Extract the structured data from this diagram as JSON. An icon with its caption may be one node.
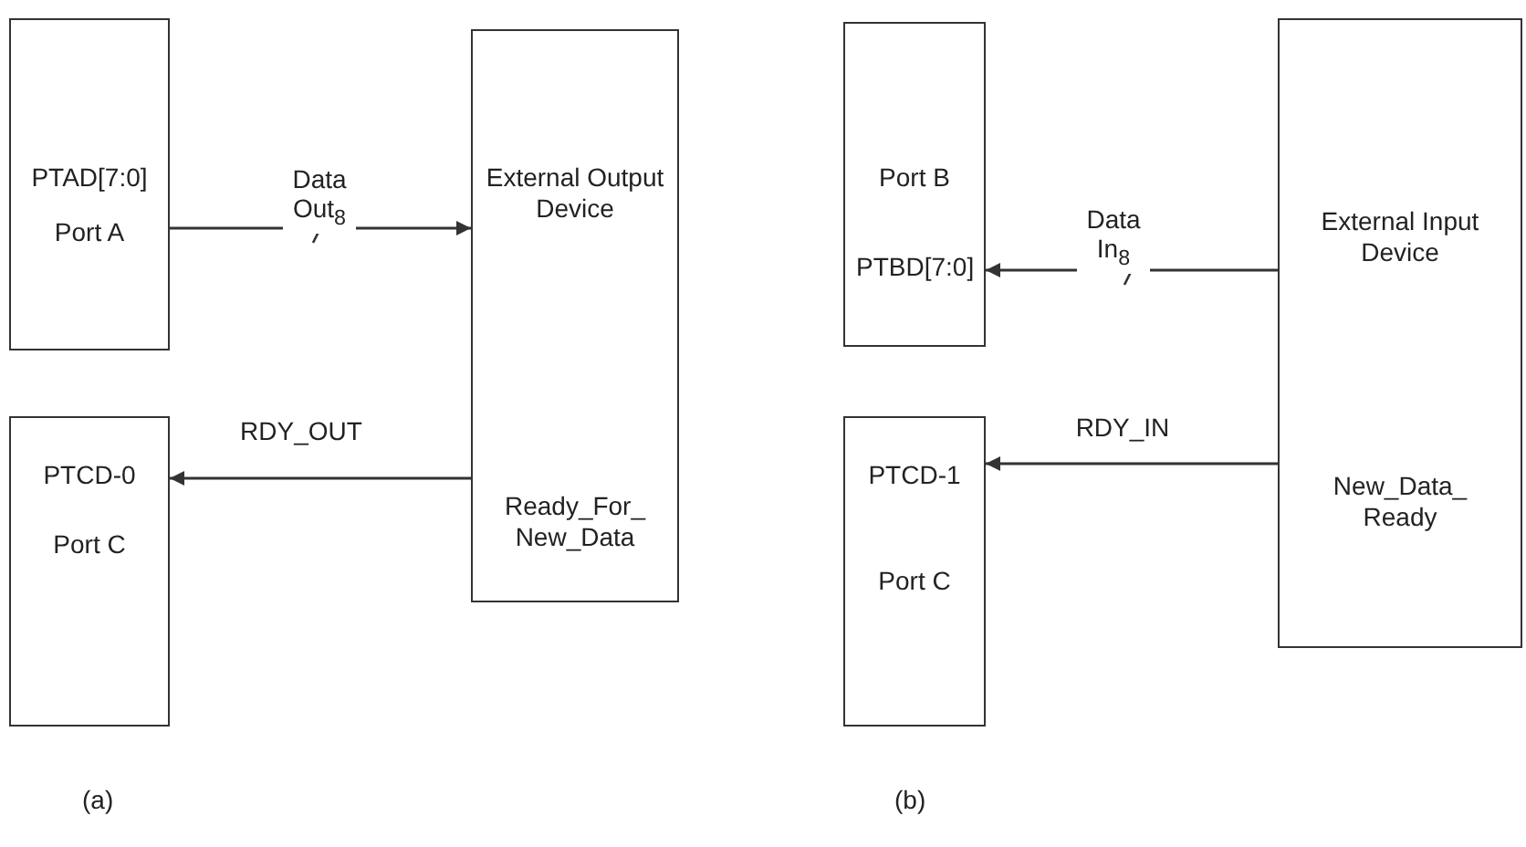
{
  "diagram": {
    "nodes": [
      {
        "text": [
          "PTAD[7:0]",
          "Port A"
        ]
      },
      {
        "text": [
          "PTCD-0",
          "Port C"
        ]
      },
      {
        "text": [
          "External Output Device",
          "Ready_For_ New_Data"
        ]
      },
      {
        "text": [
          "Port B",
          "PTBD[7:0]"
        ]
      },
      {
        "text": [
          "PTCD-1",
          "Port C"
        ]
      },
      {
        "text": [
          "External Input Device",
          "New_Data_ Ready"
        ]
      }
    ],
    "edges": [
      {
        "from": 0,
        "to": 2,
        "arrow": "to",
        "label": "Data Out$_{8}$"
      },
      {
        "from": 2,
        "to": 1,
        "arrow": "to",
        "label": "RDY_OUT"
      },
      {
        "from": 5,
        "to": 3,
        "arrow": "to",
        "label": "Data In$_{8}$"
      },
      {
        "from": 5,
        "to": 4,
        "arrow": "to",
        "label": "RDY_IN"
      }
    ],
    "labels": [
      "(a)",
      "(b)"
    ]
  }
}
